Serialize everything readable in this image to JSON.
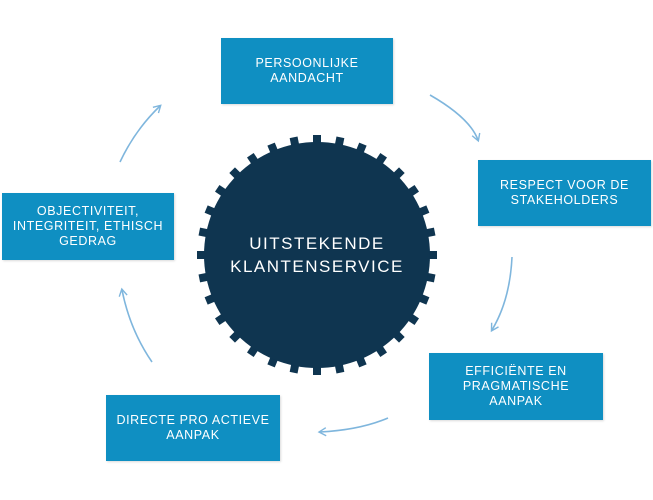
{
  "colors": {
    "box_fill": "#0f8fc2",
    "gear_fill": "#0f3550",
    "arrow_stroke": "#7fb6dd",
    "text": "#ffffff"
  },
  "center": {
    "line1": "UITSTEKENDE",
    "line2": "KLANTENSERVICE"
  },
  "boxes": {
    "top": {
      "line1": "PERSOONLIJKE",
      "line2": "AANDACHT"
    },
    "right": {
      "line1": "RESPECT VOOR DE",
      "line2": "STAKEHOLDERS"
    },
    "bottom_right": {
      "line1": "EFFICIËNTE EN",
      "line2": "PRAGMATISCHE",
      "line3": "AANPAK"
    },
    "bottom_left": {
      "line1": "DIRECTE PRO ACTIEVE",
      "line2": "AANPAK"
    },
    "left": {
      "line1": "OBJECTIVITEIT,",
      "line2": "INTEGRITEIT, ETHISCH",
      "line3": "GEDRAG"
    }
  }
}
